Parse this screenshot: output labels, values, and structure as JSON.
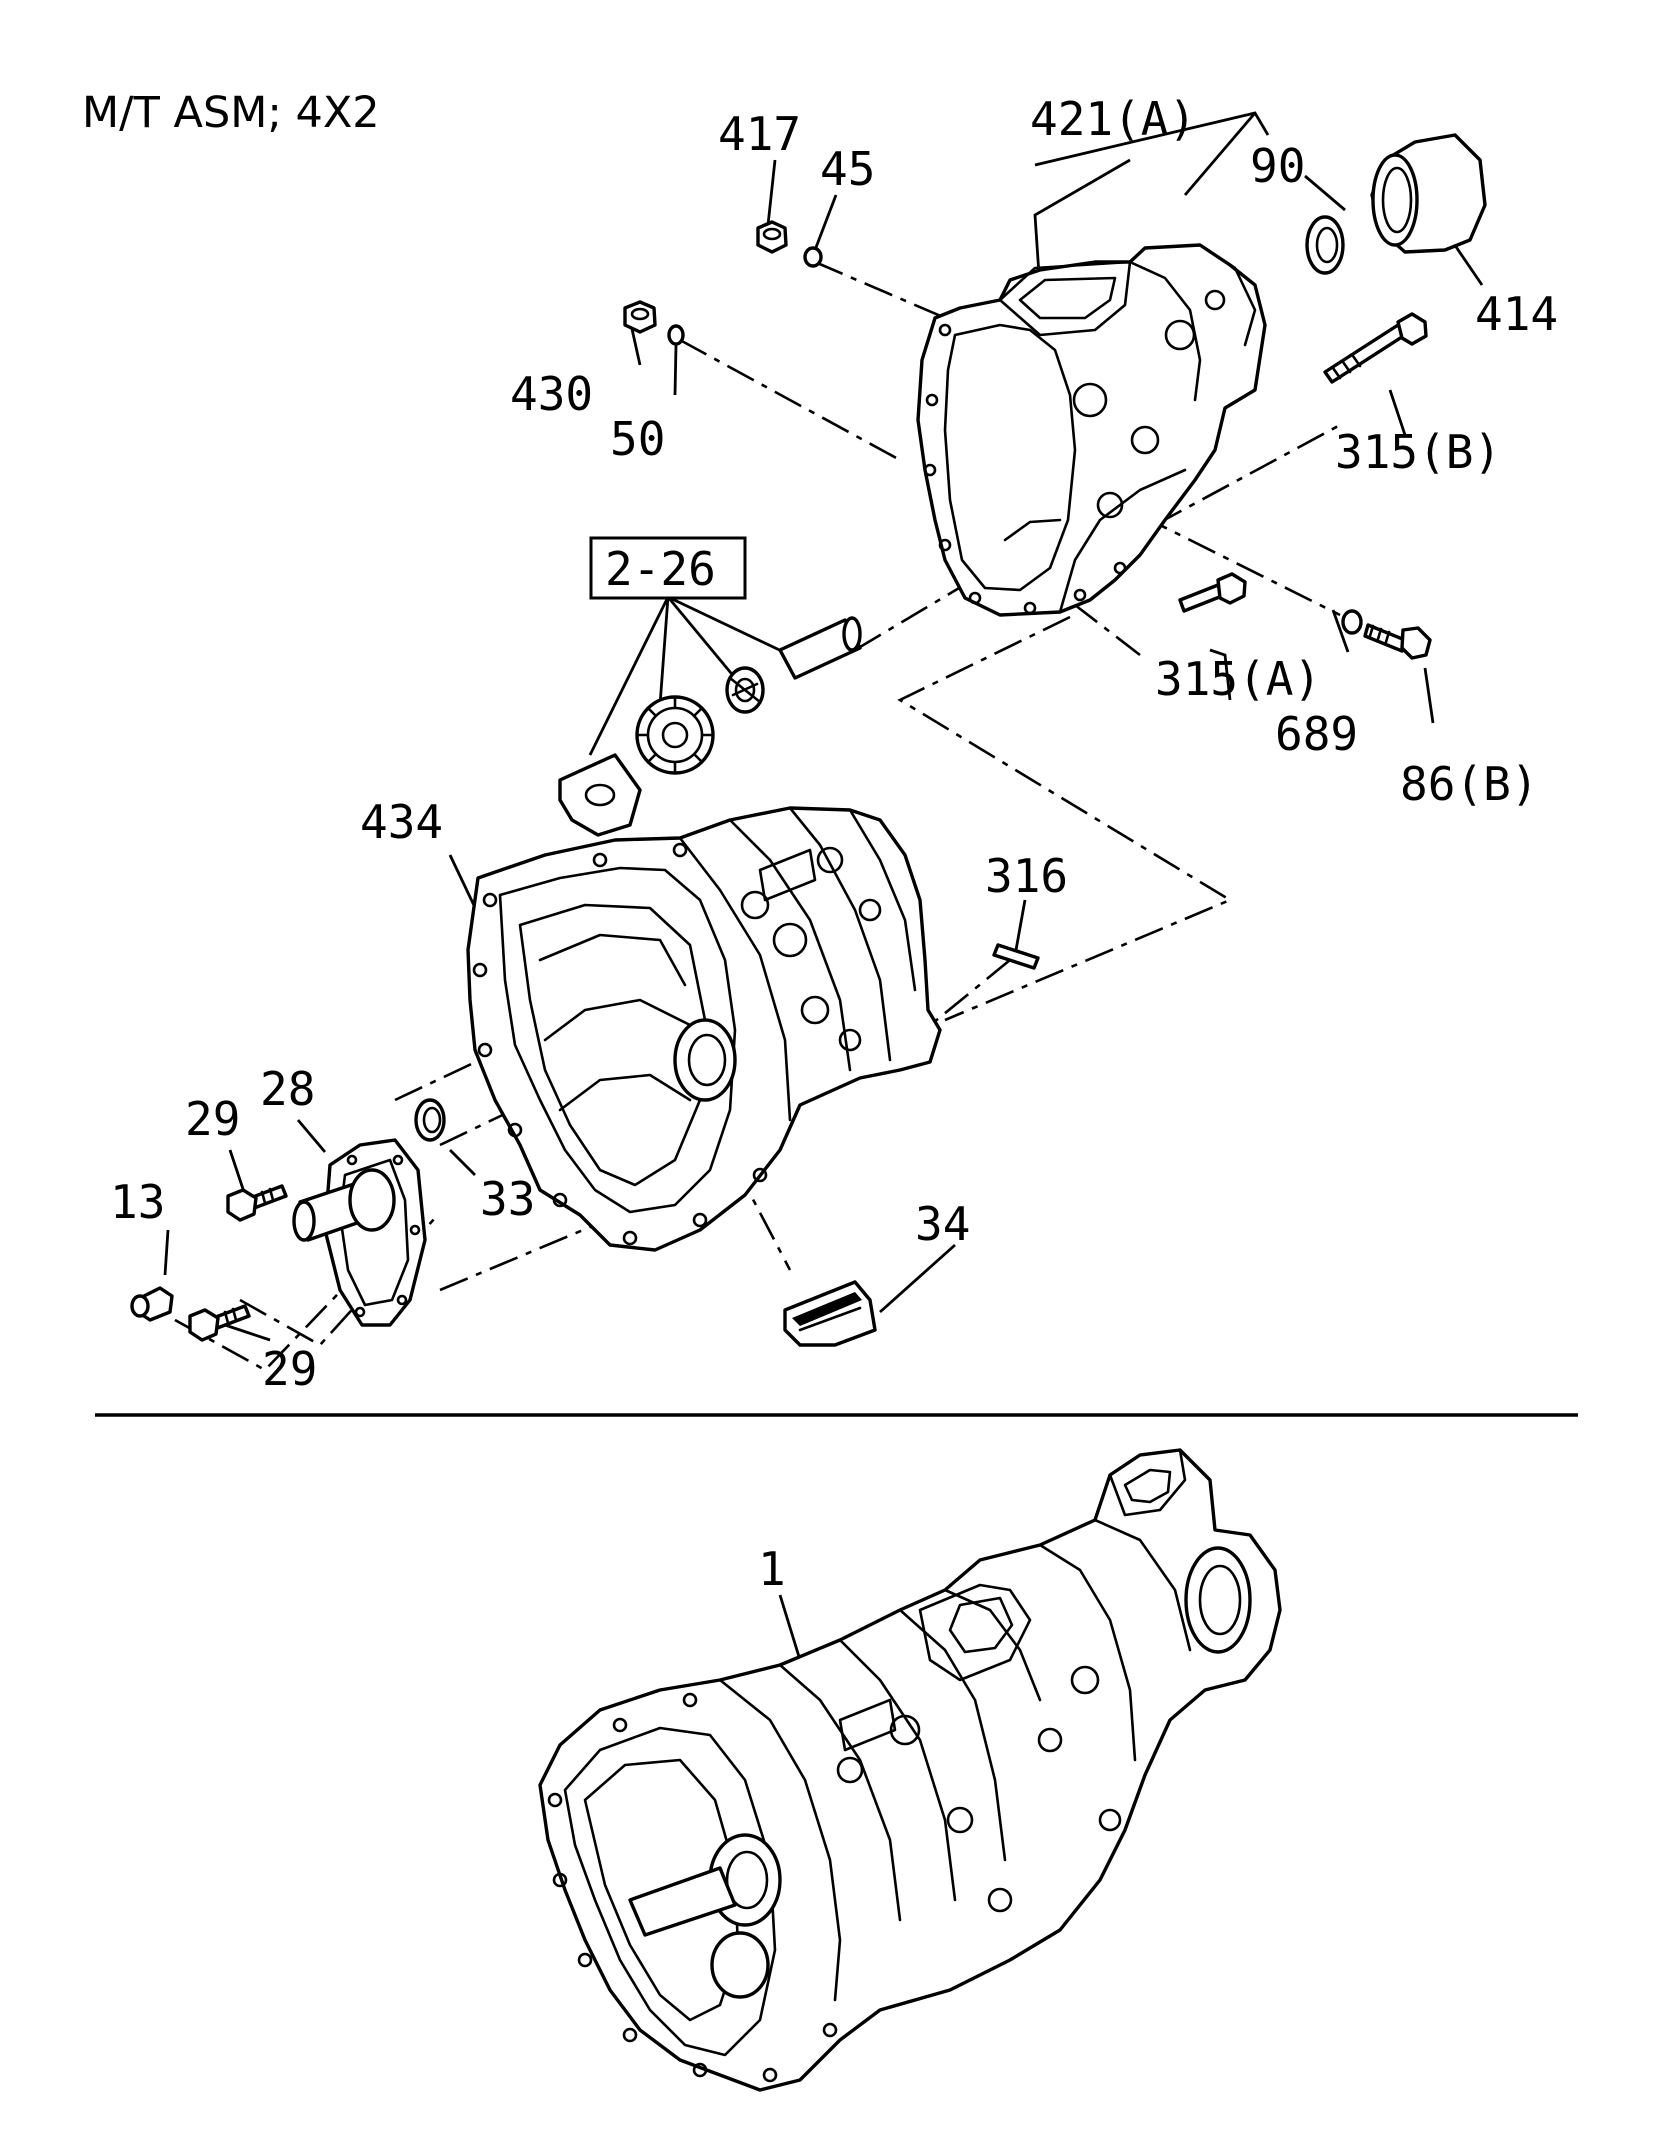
{
  "diagram": {
    "title": "M/T ASM; 4X2",
    "labels": {
      "p417": "417",
      "p45": "45",
      "p421a": "421(A)",
      "p90": "90",
      "p414": "414",
      "p430": "430",
      "p50": "50",
      "p315b": "315(B)",
      "p2_26": "2-26",
      "p315a": "315(A)",
      "p689": "689",
      "p86b": "86(B)",
      "p434": "434",
      "p316": "316",
      "p28": "28",
      "p29a": "29",
      "p33": "33",
      "p13": "13",
      "p29b": "29",
      "p34": "34",
      "p1": "1"
    }
  }
}
